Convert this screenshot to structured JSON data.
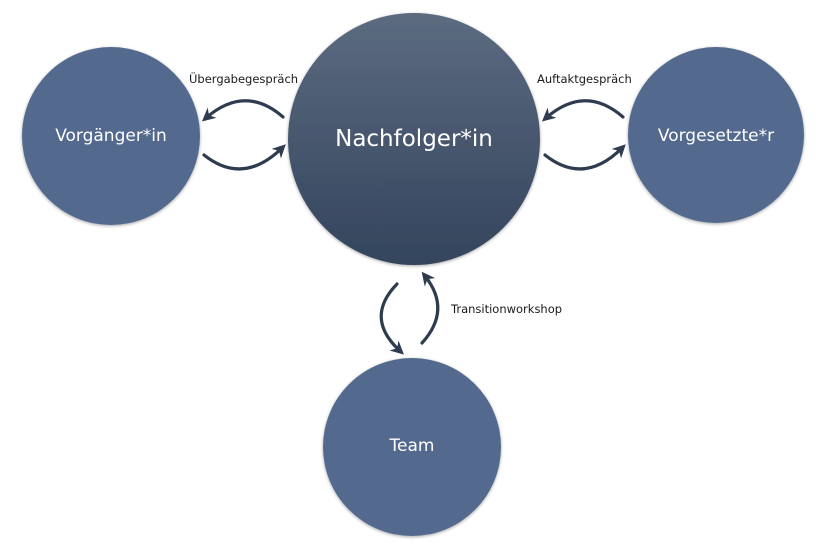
{
  "diagram": {
    "title": "",
    "colors": {
      "node_fill": "#536b8e",
      "center_fill_top": "#5c6b80",
      "center_fill_bottom": "#33445c",
      "arrow": "#2f3c50",
      "node_text": "#ffffff",
      "edge_text": "#1a1a1a"
    },
    "nodes": {
      "center": {
        "label": "Nachfolger*in"
      },
      "left": {
        "label": "Vorgänger*in"
      },
      "right": {
        "label": "Vorgesetzte*r"
      },
      "bottom": {
        "label": "Team"
      }
    },
    "edges": {
      "left": {
        "label": "Übergabegespräch",
        "between": [
          "Nachfolger*in",
          "Vorgänger*in"
        ],
        "direction": "bidirectional"
      },
      "right": {
        "label": "Auftaktgespräch",
        "between": [
          "Nachfolger*in",
          "Vorgesetzte*r"
        ],
        "direction": "bidirectional"
      },
      "bottom": {
        "label": "Transitionworkshop",
        "between": [
          "Nachfolger*in",
          "Team"
        ],
        "direction": "bidirectional"
      }
    }
  }
}
